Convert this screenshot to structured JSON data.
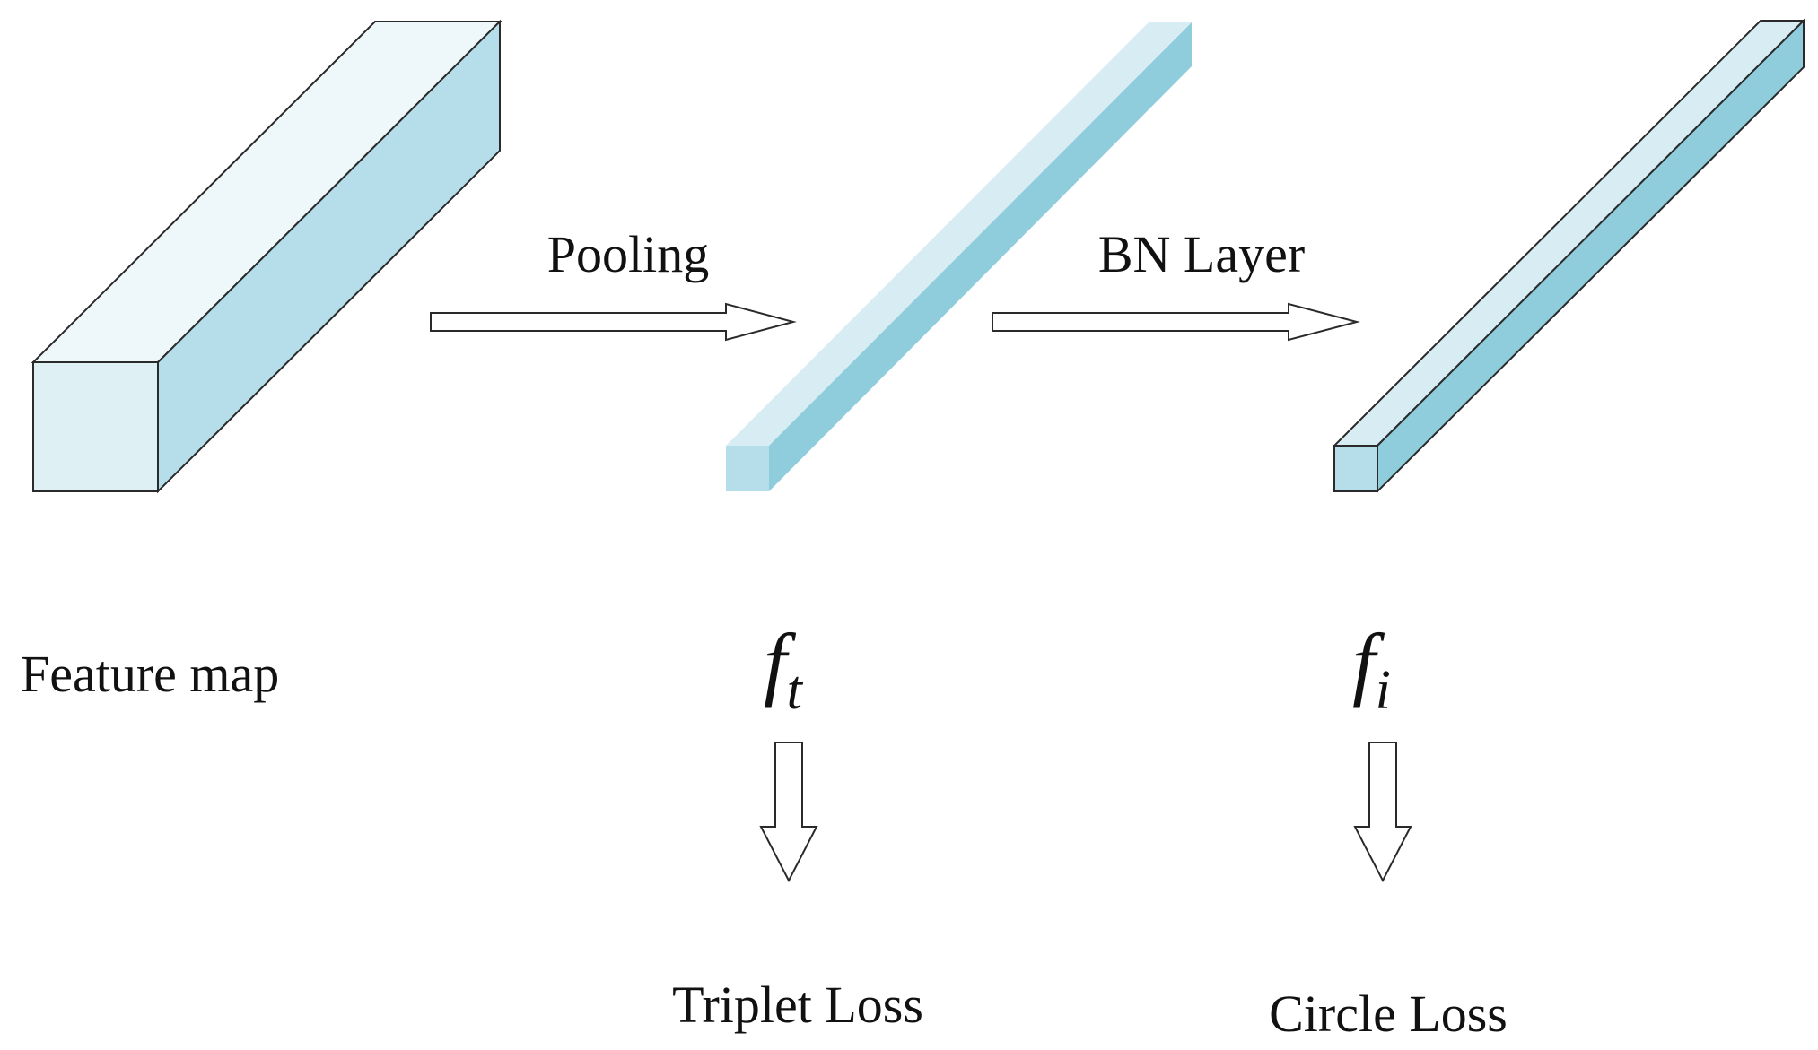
{
  "labels": {
    "feature_map": "Feature map",
    "pooling": "Pooling",
    "bn_layer": "BN Layer",
    "triplet_loss": "Triplet Loss",
    "circle_loss": "Circle Loss"
  },
  "features": {
    "pooled": {
      "base": "f",
      "subscript": "t"
    },
    "normalized": {
      "base": "f",
      "subscript": "i"
    }
  },
  "colors": {
    "front_face": "#dff0f4",
    "top_face": "#eef7fa",
    "side_face": "#b5deea",
    "thin_top": "#d7ecf3",
    "thin_side": "#8fcddc",
    "outline": "#2a2a2a"
  }
}
